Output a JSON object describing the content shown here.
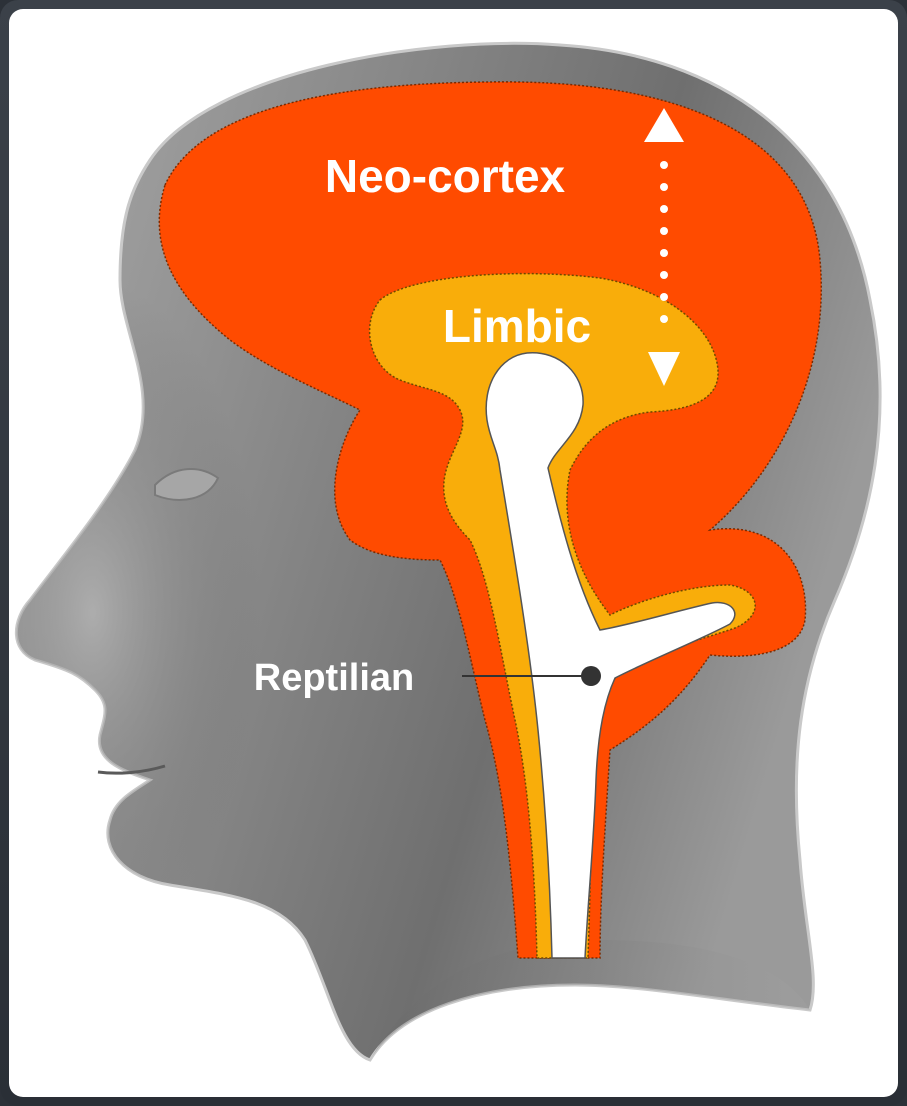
{
  "diagram": {
    "labels": {
      "neocortex": "Neo-cortex",
      "limbic": "Limbic",
      "reptilian": "Reptilian"
    },
    "colors": {
      "neocortex": "#ff4b00",
      "limbic": "#f9ad0a",
      "reptilian": "#ffffff",
      "head": "#8a8a8a",
      "background": "#ffffff",
      "frame": "#2c3138"
    },
    "icons": [
      "arrow-up-icon",
      "arrow-down-icon",
      "dotted-line"
    ]
  }
}
